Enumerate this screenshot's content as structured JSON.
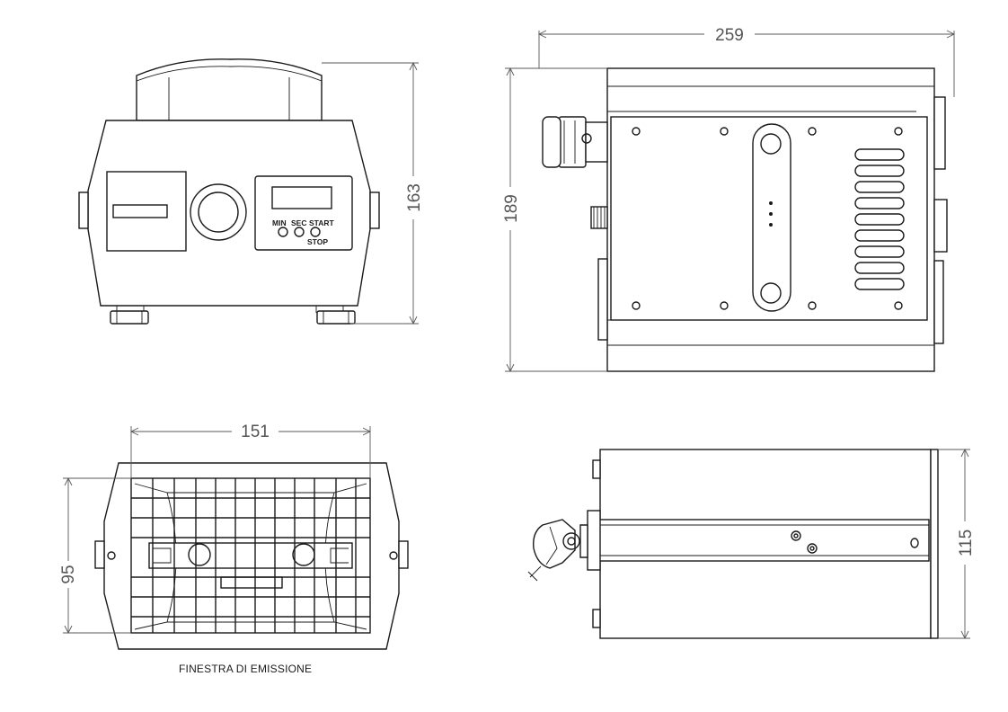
{
  "dimensions": {
    "front_width": "163",
    "side_length": "259",
    "side_height": "189",
    "window_width": "151",
    "window_height": "95",
    "bottom_height": "115"
  },
  "panel": {
    "label_min": "MIN",
    "label_sec": "SEC",
    "label_start": "START",
    "label_stop": "STOP"
  },
  "caption": "FINESTRA DI EMISSIONE"
}
